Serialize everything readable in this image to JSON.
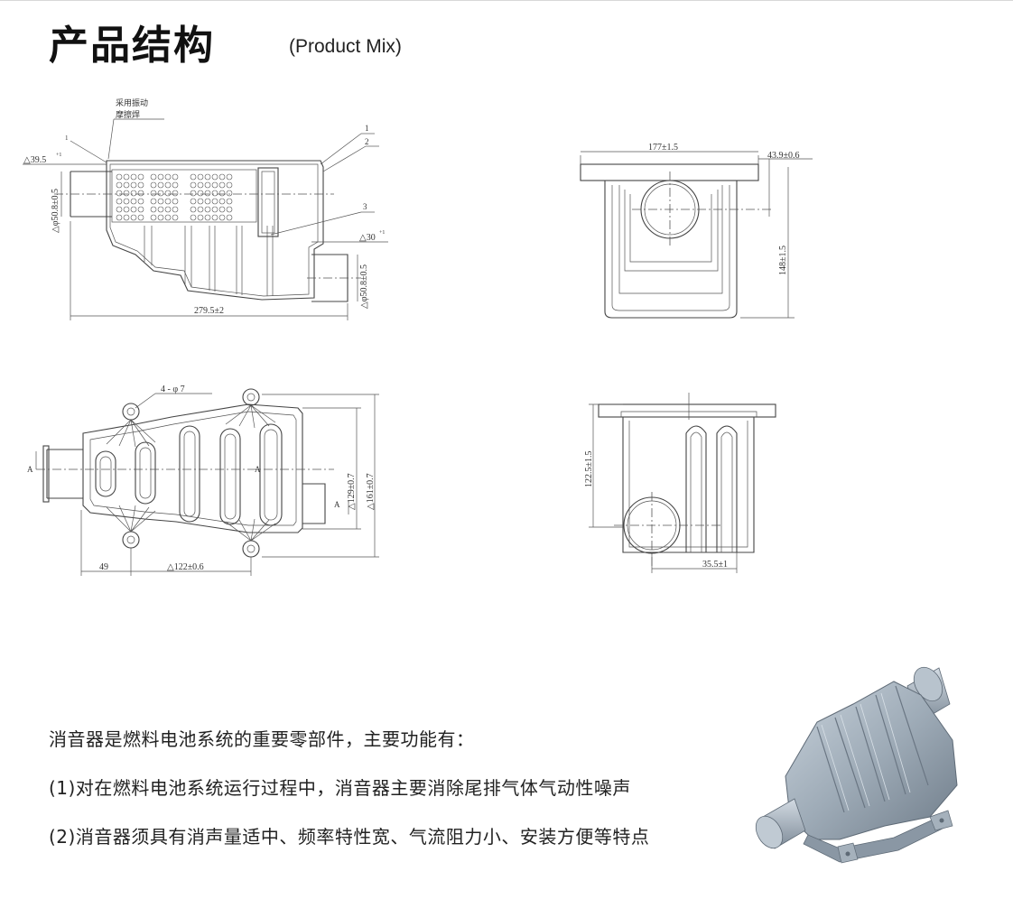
{
  "header": {
    "title": "产品结构",
    "subtitle": "(Product Mix)"
  },
  "drawings": {
    "side_view": {
      "note_line1": "采用振动",
      "note_line2": "摩擦焊",
      "label_1_small": "1",
      "label_1": "1",
      "label_2": "2",
      "label_3": "3",
      "dim_angle_left": "△39.5",
      "dim_angle_left_sup": "+1",
      "dim_diameter_left": "△φ50.8±0.5",
      "dim_angle_right": "△30",
      "dim_angle_right_sup": "+1",
      "dim_diameter_right": "△φ50.8±0.5",
      "dim_length": "279.5±2"
    },
    "front_view": {
      "dim_width": "177±1.5",
      "dim_flange": "43.9±0.6",
      "dim_height": "148±1.5"
    },
    "top_view": {
      "dim_holes": "4 - φ 7",
      "section_mark_left": "A",
      "section_mark_right": "A",
      "section_mark_center": "A",
      "dim_inner_width": "△129±0.7",
      "dim_outer_width": "△161±0.7",
      "dim_left": "49",
      "dim_spacing": "△122±0.6"
    },
    "section_view": {
      "dim_height": "122.5±1.5",
      "dim_offset": "35.5±1"
    }
  },
  "description": {
    "intro": "消音器是燃料电池系统的重要零部件，主要功能有：",
    "point1": "(1)对在燃料电池系统运行过程中，消音器主要消除尾排气体气动性噪声",
    "point2": "(2)消音器须具有消声量适中、频率特性宽、气流阻力小、安装方便等特点"
  }
}
